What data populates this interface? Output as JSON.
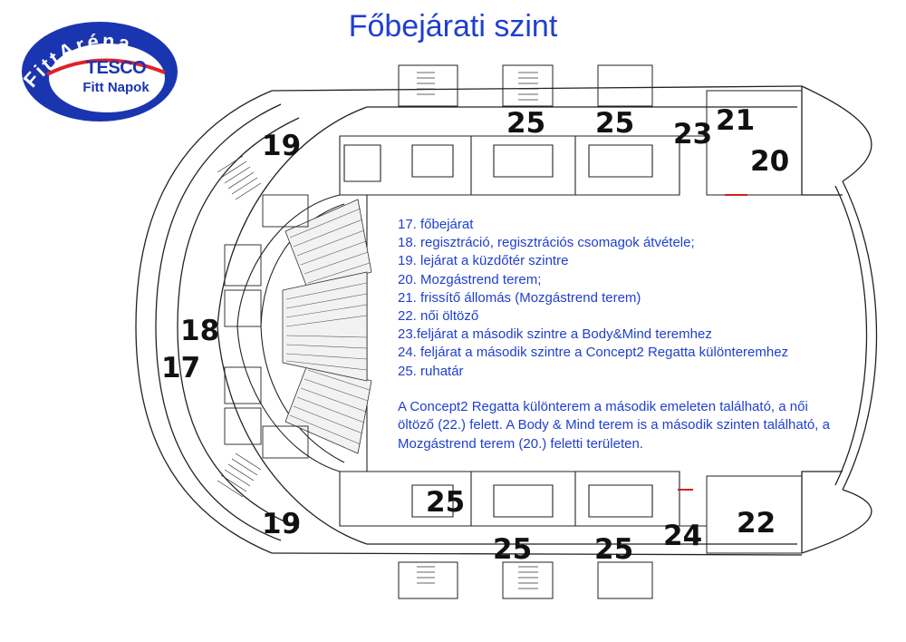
{
  "title": "Főbejárati szint",
  "logo": {
    "arc_text": "FittAréna",
    "brand": "TESCO",
    "subtitle": "Fitt Napok"
  },
  "legend": [
    "17. főbejárat",
    "18. regisztráció, regisztrációs csomagok átvétele;",
    "19. lejárat a küzdőtér szintre",
    "20. Mozgástrend terem;",
    "21. frissítő állomás (Mozgástrend terem)",
    "22. női öltöző",
    "23.feljárat a második szintre a Body&Mind teremhez",
    "24. feljárat a második szintre a Concept2 Regatta különteremhez",
    "25. ruhatár"
  ],
  "note": "A Concept2 Regatta különterem a második emeleten található, a női öltöző (22.) felett. A Body & Mind terem is a második szinten található, a Mozgástrend terem (20.) feletti területen.",
  "numbers": {
    "n17": "17",
    "n18": "18",
    "n19_top": "19",
    "n19_bottom": "19",
    "n20": "20",
    "n21": "21",
    "n22": "22",
    "n23": "23",
    "n24": "24",
    "n25_t1": "25",
    "n25_t2": "25",
    "n25_b0": "25",
    "n25_b1": "25",
    "n25_b2": "25"
  },
  "colors": {
    "title": "#1f3fd0",
    "legend_text": "#1f3fd0",
    "logo_blue": "#1a35b0",
    "logo_red": "#e0202a",
    "lines": "#222222"
  }
}
